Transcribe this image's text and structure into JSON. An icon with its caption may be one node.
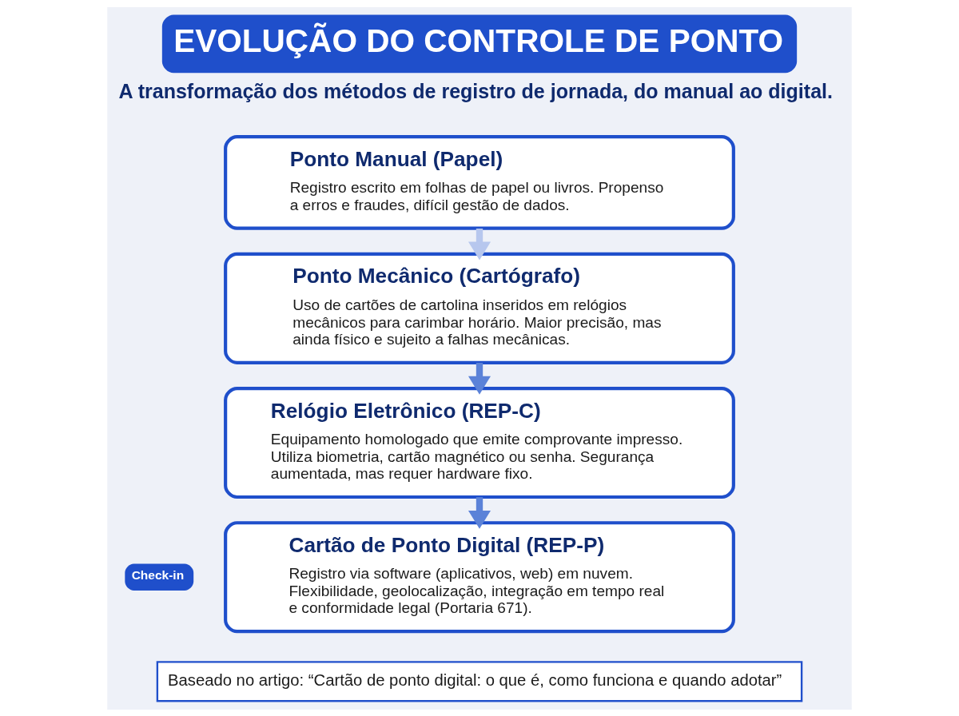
{
  "diagram": {
    "title": "EVOLUÇÃO DO CONTROLE DE PONTO",
    "caption": "Baseado no artigo: “Cartão de ponto digital: o que é, como funciona e quando adotar”",
    "nodes": [
      {
        "text": [
          "Ponto Manual (Papel)",
          "Registro escrito em folhas de papel ou livros. Propenso a erros e fraudes, difícil gestão de dados."
        ]
      },
      {
        "text": [
          "Ponto Mecânico (Cartógrafo)",
          "Uso de cartões de cartolina inseridos em relógios mecânicos para carimbar horário. Maior precisão, mas ainda físico e sujeito a falhas mecânicas."
        ]
      },
      {
        "text": [
          "Relógio Eletrônico (REP-C)",
          "Equipamento homologado que emite comprovante impresso. Utiliza biometria, cartão magnético ou senha. Segurança aumentada, mas requer hardware fixo."
        ]
      },
      {
        "text": [
          "Cartão de Ponto Digital (REP-P)",
          "Registro via software (aplicativos, web) em nuvem. Flexibilidade, geolocalização, integração em tempo real e conformidade legal (Portaria 671)."
        ]
      }
    ],
    "edges": [
      {
        "from": 0,
        "to": 1,
        "arrow": "to",
        "color": "#b7c7ee"
      },
      {
        "from": 1,
        "to": 2,
        "arrow": "to"
      },
      {
        "from": 2,
        "to": 3,
        "arrow": "to"
      }
    ],
    "labels": [
      "A transformação dos métodos de registro de jornada, do manual ao digital.",
      "Check-in"
    ]
  }
}
